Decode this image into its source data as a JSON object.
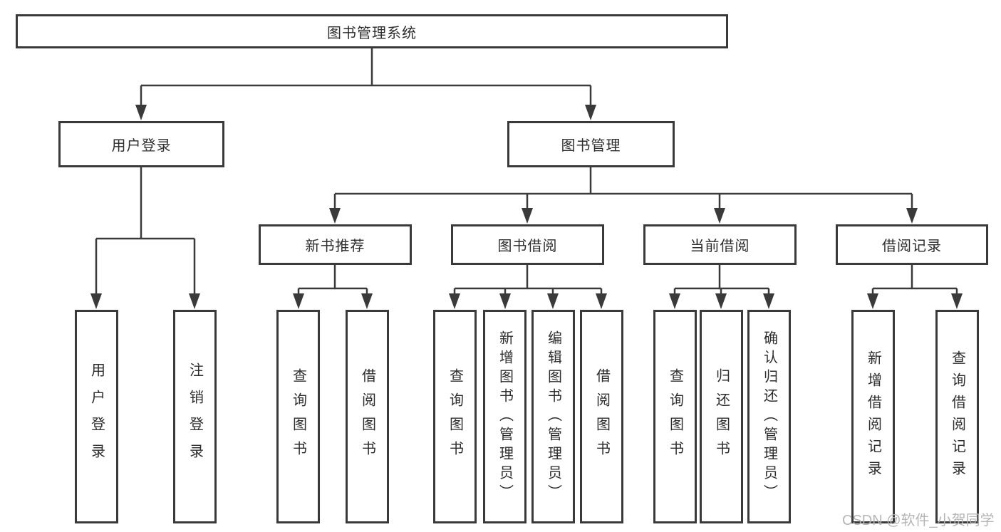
{
  "nodes": {
    "root": "图书管理系统",
    "user_login": "用户登录",
    "book_management": "图书管理",
    "new_book_recommend": "新书推荐",
    "book_borrowing": "图书借阅",
    "current_borrowing": "当前借阅",
    "borrowing_records": "借阅记录"
  },
  "leaves": {
    "user_login": [
      "用户登录",
      "注销登录"
    ],
    "new_book_recommend": [
      "查询图书",
      "借阅图书"
    ],
    "book_borrowing": [
      "查询图书",
      "新增图书（管理员）",
      "编辑图书（管理员）",
      "借阅图书"
    ],
    "current_borrowing": [
      "查询图书",
      "归还图书",
      "确认归还（管理员）"
    ],
    "borrowing_records": [
      "新增借阅记录",
      "查询借阅记录"
    ]
  },
  "watermark": "CSDN @软件_小贺同学",
  "colors": {
    "line": "#3a3a3a",
    "box_border": "#3a3a3a",
    "text": "#2d2d2d",
    "watermark": "#b2b2b2",
    "background": "#ffffff"
  }
}
